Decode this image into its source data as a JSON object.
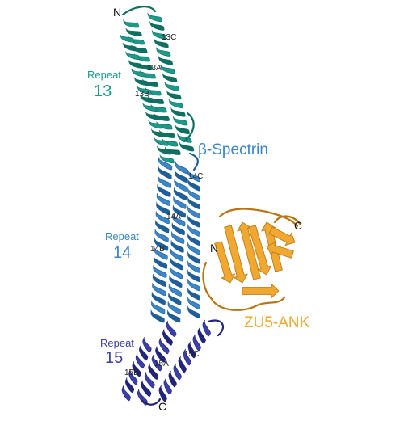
{
  "colors": {
    "repeat13": "#1a9a8a",
    "repeat13_dark": "#0f6f63",
    "repeat14": "#3a86c8",
    "repeat14_dark": "#1f5f99",
    "repeat15": "#3b3fa8",
    "repeat15_dark": "#22247a",
    "zu5": "#f0a830",
    "zu5_dark": "#b77410"
  },
  "labels": {
    "spectrin": "β-Spectrin",
    "zu5": "ZU5-ANK",
    "repeat13_word": "Repeat",
    "repeat13_num": "13",
    "repeat14_word": "Repeat",
    "repeat14_num": "14",
    "repeat15_word": "Repeat",
    "repeat15_num": "15",
    "n_top": "N",
    "c_bottom": "C",
    "n_zu5": "N",
    "c_zu5": "C",
    "h13a": "13A",
    "h13b": "13B",
    "h13c": "13C",
    "h14a": "14A",
    "h14b": "14B",
    "h14c": "14C",
    "h15a": "15A",
    "h15b": "15B",
    "h15c": "15C"
  }
}
